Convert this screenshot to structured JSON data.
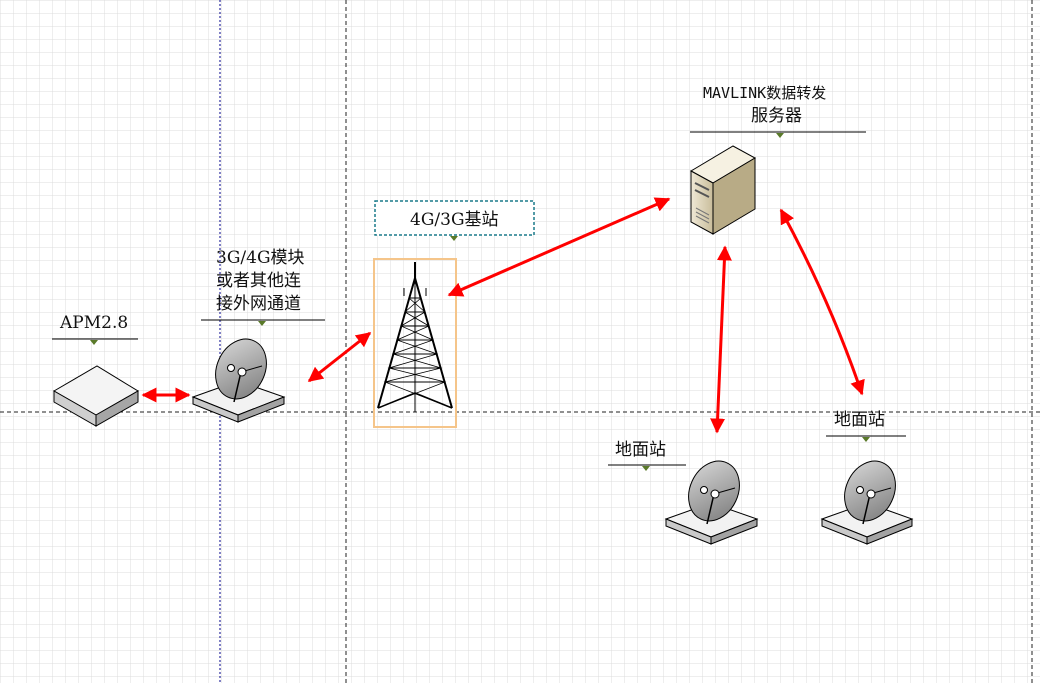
{
  "labels": {
    "apm": "APM2.8",
    "module_line1": "3G/4G模块",
    "module_line2": "或者其他连",
    "module_line3": "接外网通道",
    "tower": "4G/3G基站",
    "server_line1": "MAVLINK数据转发",
    "server_line2": "服务器",
    "ground1": "地面站",
    "ground2": "地面站"
  },
  "colors": {
    "grid": "#d8d8d8",
    "arrow": "#ff0000",
    "guide_blue": "#00008b",
    "guide_dark": "#222222",
    "tower_box": "#f5c58a",
    "label_marker": "#5a7a2a"
  },
  "icons": [
    "device-box-icon",
    "satellite-dish-icon",
    "radio-tower-icon",
    "server-icon"
  ]
}
